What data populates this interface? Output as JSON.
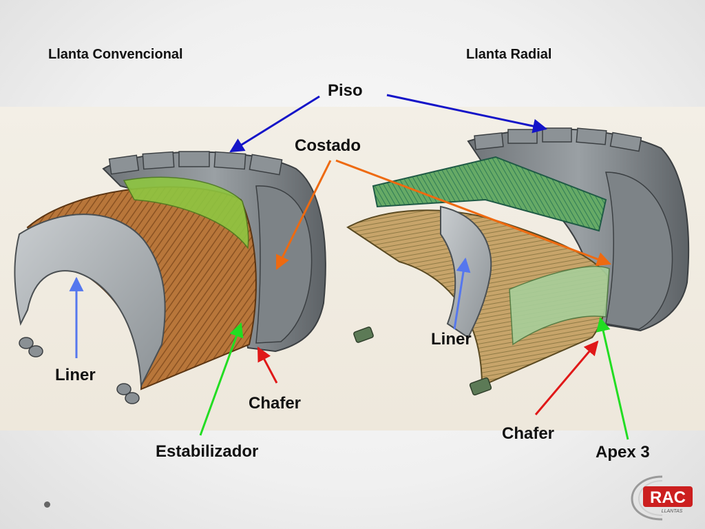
{
  "titles": {
    "left": "Llanta Convencional",
    "right": "Llanta Radial"
  },
  "labels": {
    "piso": "Piso",
    "costado": "Costado",
    "liner_left": "Liner",
    "liner_right": "Liner",
    "chafer_left": "Chafer",
    "chafer_right": "Chafer",
    "estabilizador": "Estabilizador",
    "apex": "Apex 3"
  },
  "logo": {
    "name": "RAC",
    "sub": "LLANTAS"
  },
  "colors": {
    "piso_arrow": "#1414c8",
    "costado_arrow": "#ee6a10",
    "liner_arrow": "#5577ee",
    "chafer_arrow": "#e01818",
    "green_arrow": "#22dd22",
    "logo_red": "#cc1f1f"
  }
}
